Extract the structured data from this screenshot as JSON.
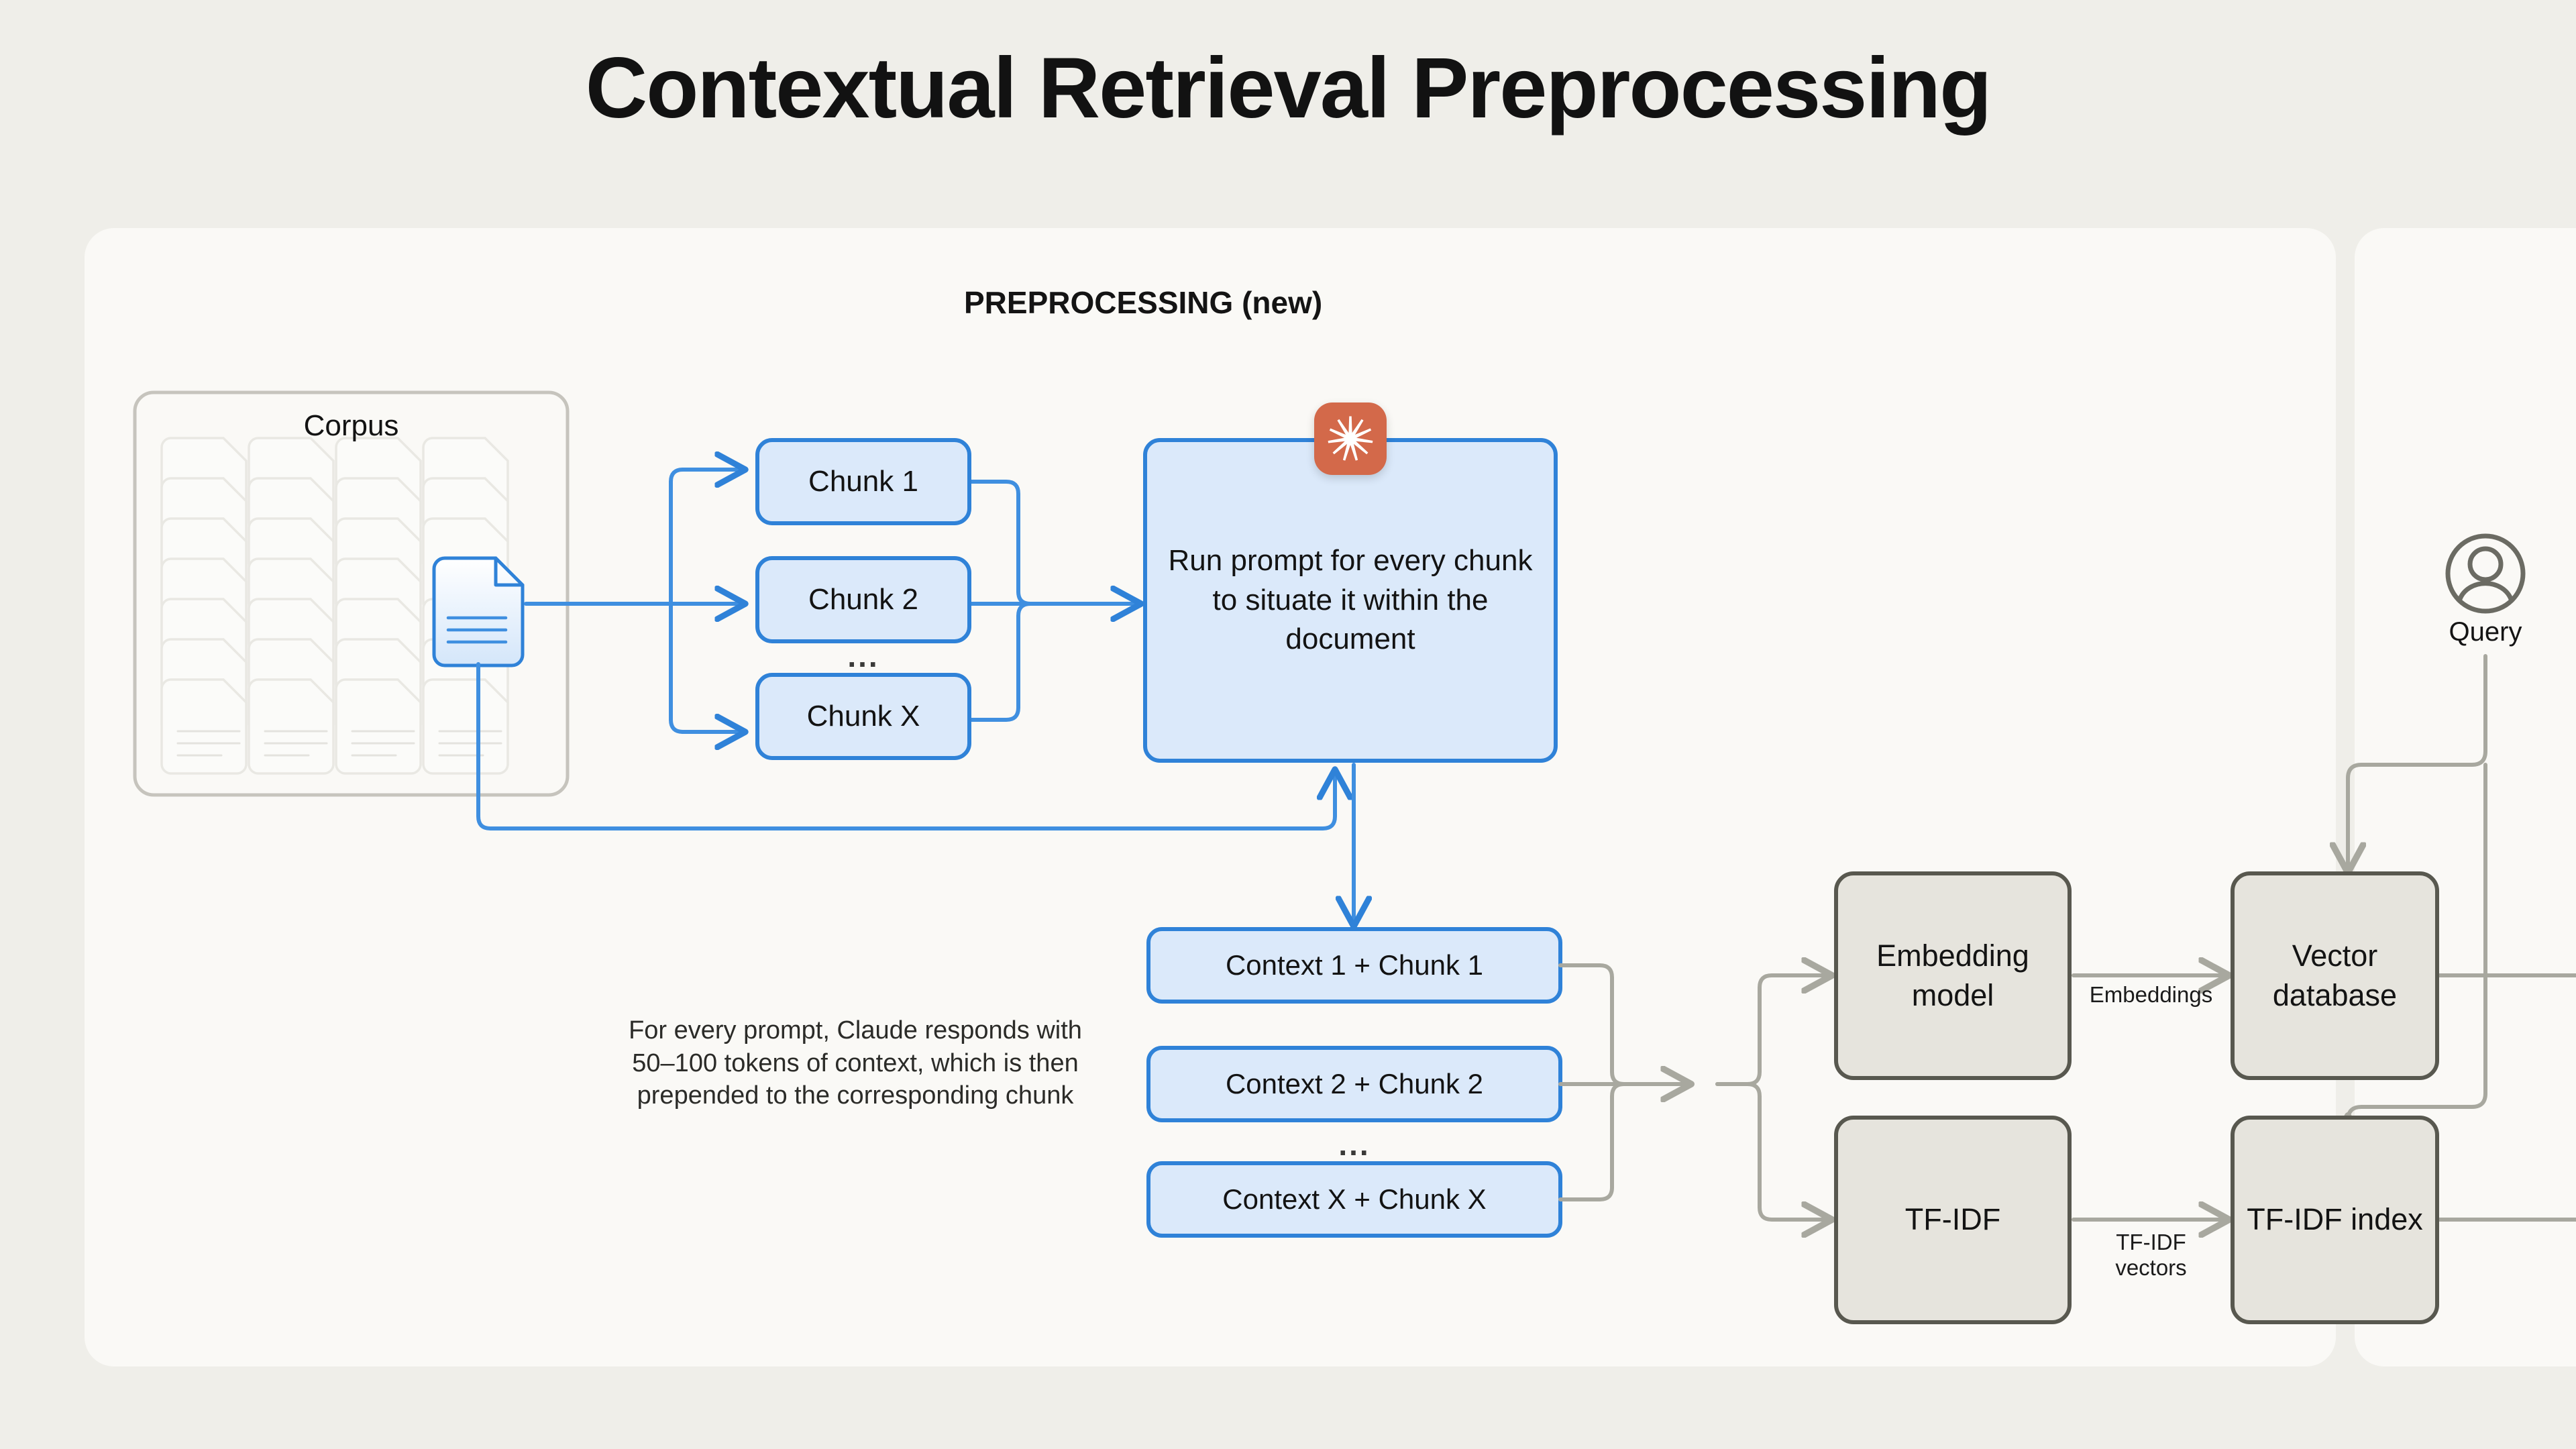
{
  "title": "Contextual Retrieval Preprocessing",
  "sections": {
    "preprocessing_label": "PREPROCESSING (new)"
  },
  "corpus": {
    "label": "Corpus",
    "doc_columns": 4,
    "doc_rows": 7,
    "highlighted_doc_column": 4,
    "highlighted_doc_row": 4
  },
  "chunks": [
    {
      "label": "Chunk 1"
    },
    {
      "label": "Chunk 2"
    },
    {
      "label": "Chunk X"
    }
  ],
  "chunks_ellipsis": "...",
  "prompt_box": {
    "label": "Run prompt for every chunk to situate it within the document",
    "icon": "claude-starburst-icon"
  },
  "caption": "For every prompt, Claude responds with 50–100 tokens of context, which is then prepended to the corresponding chunk",
  "context_chunks": [
    {
      "label": "Context 1 + Chunk 1"
    },
    {
      "label": "Context 2 + Chunk 2"
    },
    {
      "label": "Context X + Chunk X"
    }
  ],
  "context_ellipsis": "...",
  "processors": [
    {
      "label": "Embedding model"
    },
    {
      "label": "TF-IDF"
    }
  ],
  "stores": [
    {
      "label": "Vector database"
    },
    {
      "label": "TF-IDF index"
    }
  ],
  "edge_labels": {
    "embeddings": "Embeddings",
    "tfidf_vectors": "TF-IDF\nvectors"
  },
  "query": {
    "label": "Query",
    "icon": "user-circle-icon"
  },
  "colors": {
    "page_background": "#efeee9",
    "panel_background": "#faf9f6",
    "blue_accent": "#2f82d8",
    "blue_fill": "#dbe9fa",
    "grey_fill": "#e6e4dd",
    "grey_border": "#58584f",
    "grey_arrow": "#a8a89f",
    "claude_orange": "#d3694a",
    "corpus_border": "#c6c4bd",
    "title_color": "#121212"
  }
}
